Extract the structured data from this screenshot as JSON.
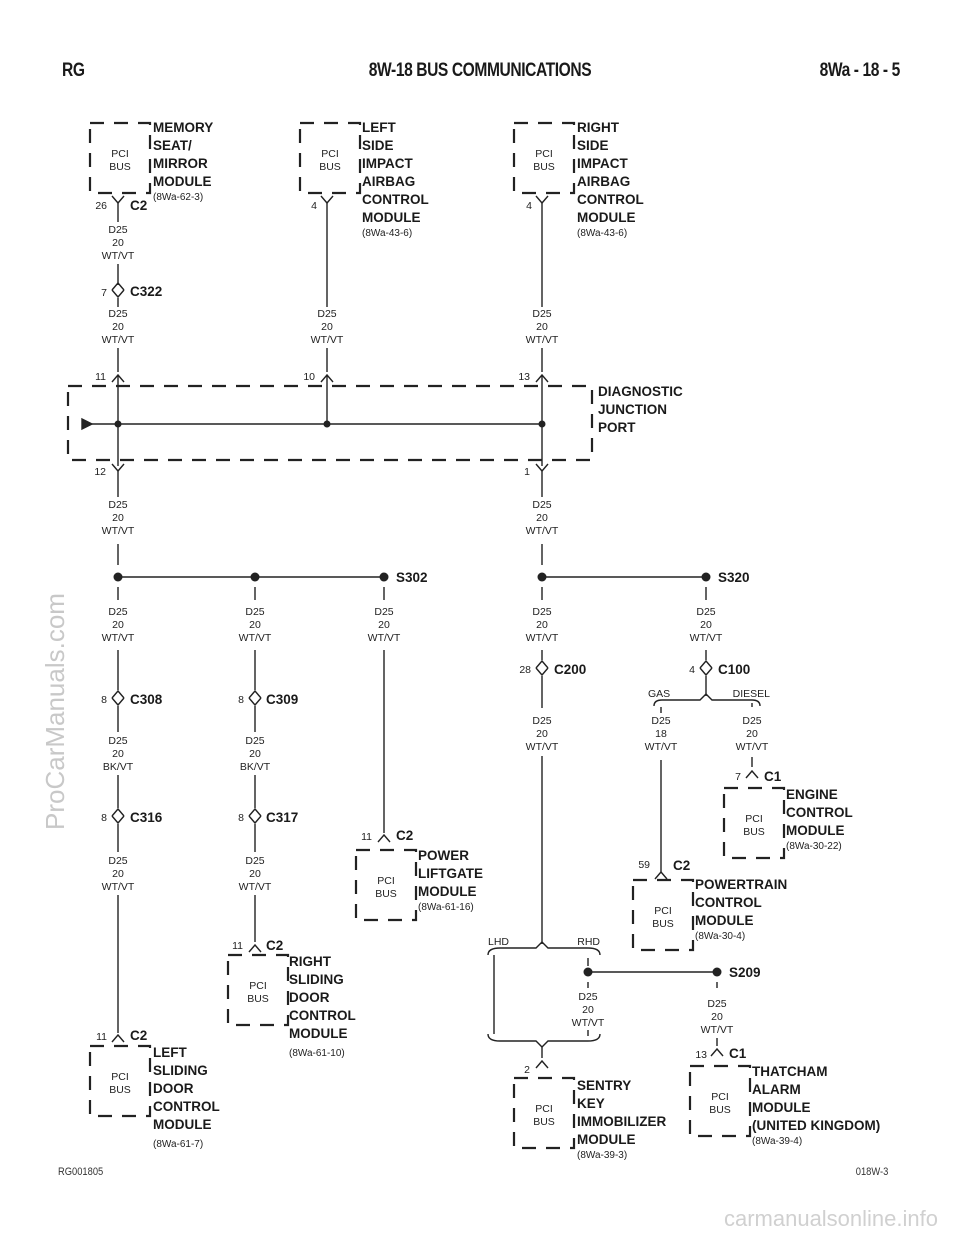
{
  "header": {
    "left": "RG",
    "title": "8W-18 BUS COMMUNICATIONS",
    "page": "8Wa - 18 - 5"
  },
  "footer": {
    "left": "RG001805",
    "right": "018W-3"
  },
  "watermarks": {
    "side": "ProCarManuals.com",
    "bottom": "carmanualsonline.info"
  },
  "wire": {
    "circuit": "D25",
    "gauge": "20",
    "color": "WT/VT",
    "gauge_alt": "18",
    "color_alt": "BK/VT"
  },
  "pci_bus": [
    "PCI",
    "BUS"
  ],
  "modules": {
    "memory_seat": {
      "name": [
        "MEMORY",
        "SEAT/",
        "MIRROR",
        "MODULE"
      ],
      "ref": "(8Wa-62-3)",
      "pin": "26",
      "conn": "C2"
    },
    "left_airbag": {
      "name": [
        "LEFT",
        "SIDE",
        "IMPACT",
        "AIRBAG",
        "CONTROL",
        "MODULE"
      ],
      "ref": "(8Wa-43-6)",
      "pin": "4"
    },
    "right_airbag": {
      "name": [
        "RIGHT",
        "SIDE",
        "IMPACT",
        "AIRBAG",
        "CONTROL",
        "MODULE"
      ],
      "ref": "(8Wa-43-6)",
      "pin": "4"
    },
    "djp": {
      "name": [
        "DIAGNOSTIC",
        "JUNCTION",
        "PORT"
      ],
      "pins": [
        "11",
        "10",
        "13",
        "12",
        "1"
      ]
    },
    "power_liftgate": {
      "name": [
        "POWER",
        "LIFTGATE",
        "MODULE"
      ],
      "ref": "(8Wa-61-16)",
      "pin": "11",
      "conn": "C2"
    },
    "right_sliding": {
      "name": [
        "RIGHT",
        "SLIDING",
        "DOOR",
        "CONTROL",
        "MODULE"
      ],
      "ref": "(8Wa-61-10)",
      "pin": "11",
      "conn": "C2"
    },
    "left_sliding": {
      "name": [
        "LEFT",
        "SLIDING",
        "DOOR",
        "CONTROL",
        "MODULE"
      ],
      "ref": "(8Wa-61-7)",
      "pin": "11",
      "conn": "C2"
    },
    "ecm": {
      "name": [
        "ENGINE",
        "CONTROL",
        "MODULE"
      ],
      "ref": "(8Wa-30-22)",
      "pin": "7",
      "conn": "C1"
    },
    "pcm": {
      "name": [
        "POWERTRAIN",
        "CONTROL",
        "MODULE"
      ],
      "ref": "(8Wa-30-4)",
      "pin": "59",
      "conn": "C2"
    },
    "skim": {
      "name": [
        "SENTRY",
        "KEY",
        "IMMOBILIZER",
        "MODULE"
      ],
      "ref": "(8Wa-39-3)",
      "pin": "2"
    },
    "thatcham": {
      "name": [
        "THATCHAM",
        "ALARM",
        "MODULE",
        "(UNITED KINGDOM)"
      ],
      "ref": "(8Wa-39-4)",
      "pin": "13",
      "conn": "C1"
    }
  },
  "connectors": {
    "c322": {
      "pin": "7",
      "name": "C322"
    },
    "c308": {
      "pin": "8",
      "name": "C308"
    },
    "c309": {
      "pin": "8",
      "name": "C309"
    },
    "c316": {
      "pin": "8",
      "name": "C316"
    },
    "c317": {
      "pin": "8",
      "name": "C317"
    },
    "c200": {
      "pin": "28",
      "name": "C200"
    },
    "c100": {
      "pin": "4",
      "name": "C100"
    }
  },
  "splices": {
    "s302": "S302",
    "s320": "S320",
    "s209": "S209"
  },
  "options": {
    "gas": "GAS",
    "diesel": "DIESEL",
    "lhd": "LHD",
    "rhd": "RHD"
  }
}
